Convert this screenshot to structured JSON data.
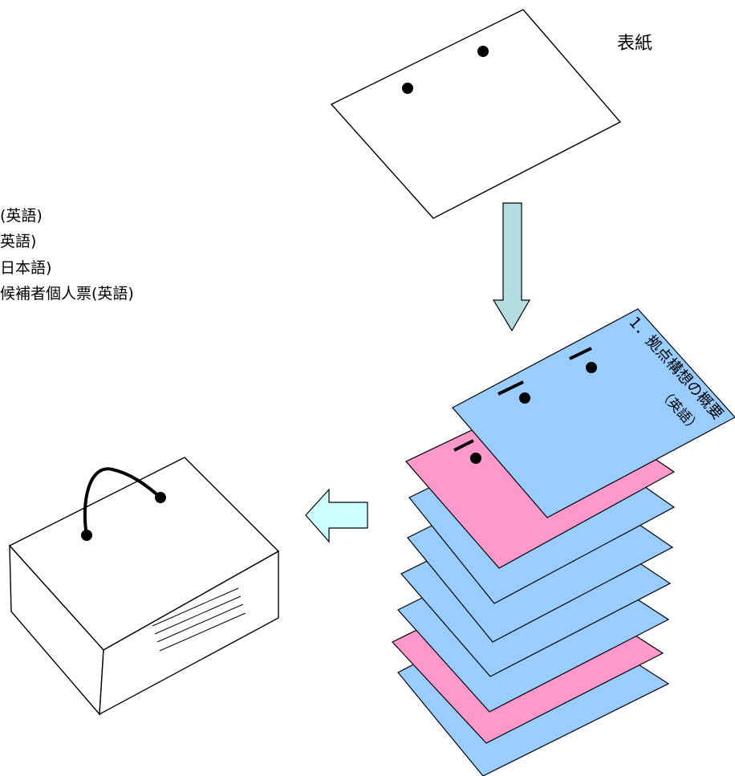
{
  "cover": {
    "label": "表紙"
  },
  "document_list": [
    "(英語)",
    "英語)",
    "日本語)",
    "候補者個人票(英語)"
  ],
  "top_sheet": {
    "title": "1．拠点構想の概要",
    "subtitle": "（英語）"
  },
  "colors": {
    "blue_sheet": "#99CCFF",
    "pink_sheet": "#FF99CC",
    "down_arrow": "#B3DDE0",
    "left_arrow": "#CCFFFF",
    "outline": "#000000"
  }
}
